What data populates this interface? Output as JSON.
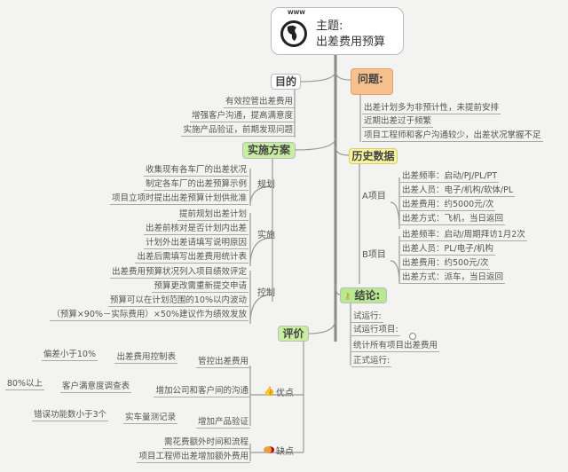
{
  "central": {
    "title": "主题:",
    "subtitle": "出差费用预算",
    "logo_text": "WWW"
  },
  "purpose": {
    "label": "目的",
    "items": [
      "有效控管出差费用",
      "增强客户沟通，提高满意度",
      "实施产品验证，前期发现问题"
    ]
  },
  "plan": {
    "label": "实施方案",
    "groups": [
      {
        "label": "规划",
        "items": [
          "收集现有各车厂的出差状况",
          "制定各车厂的出差预算示例",
          "项目立项时提出出差预算计划供批准"
        ]
      },
      {
        "label": "实施",
        "items": [
          "提前规划出差计划",
          "出差前核对是否计划内出差",
          "计划外出差请填写说明原因",
          "出差后需填写出差费用统计表"
        ]
      },
      {
        "label": "控制",
        "items": [
          "出差费用预算状况列入项目绩效评定",
          "预算更改需重新提交申请",
          "预算可以在计划范围的10%以内波动",
          "（预算×90%－实际费用）×50%建议作为绩效发放"
        ]
      }
    ]
  },
  "evaluation": {
    "label": "评价",
    "pros": {
      "label": "优点",
      "icon": "thumbs-up-icon",
      "items": [
        {
          "label": "管控出差费用",
          "tool": "出差费用控制表",
          "target": "偏差小于10%"
        },
        {
          "label": "增加公司和客户间的沟通",
          "tool": "客户满意度调查表",
          "target": "80%以上"
        },
        {
          "label": "增加产品验证",
          "tool": "实车量测记录",
          "target": "错误功能数小于3个"
        }
      ]
    },
    "cons": {
      "label": "缺点",
      "icon": "thumbs-down-icon",
      "items": [
        "需花费额外时间和流程",
        "项目工程师出差增加额外费用"
      ]
    }
  },
  "problems": {
    "label": "问题:",
    "items": [
      "出差计划多为非预计性，未提前安排",
      "近期出差过于频繁",
      "项目工程师和客户沟通较少，出差状况掌握不足"
    ]
  },
  "history": {
    "label": "历史数据",
    "projects": [
      {
        "label": "A项目",
        "items": [
          "出差频率：启动/PJ/PL/PT",
          "出差人员：电子/机构/软体/PL",
          "出差费用：约5000元/次",
          "出差方式：飞机，当日返回"
        ]
      },
      {
        "label": "B项目",
        "items": [
          "出差频率：启动/周期拜访1月2次",
          "出差人员：PL/电子/机构",
          "出差费用：约500元/次",
          "出差方式：派车，当日返回"
        ]
      }
    ]
  },
  "conclusion": {
    "label": "结论:",
    "icon": "key-icon",
    "items": [
      "试运行:",
      "试运行项目:",
      "统计所有项目出差费用",
      "正式运行:"
    ]
  },
  "colors": {
    "orange": "#f7c08f",
    "yellow": "#f7f3a0",
    "green": "#c8eea0",
    "background": "#f3f3f1"
  }
}
